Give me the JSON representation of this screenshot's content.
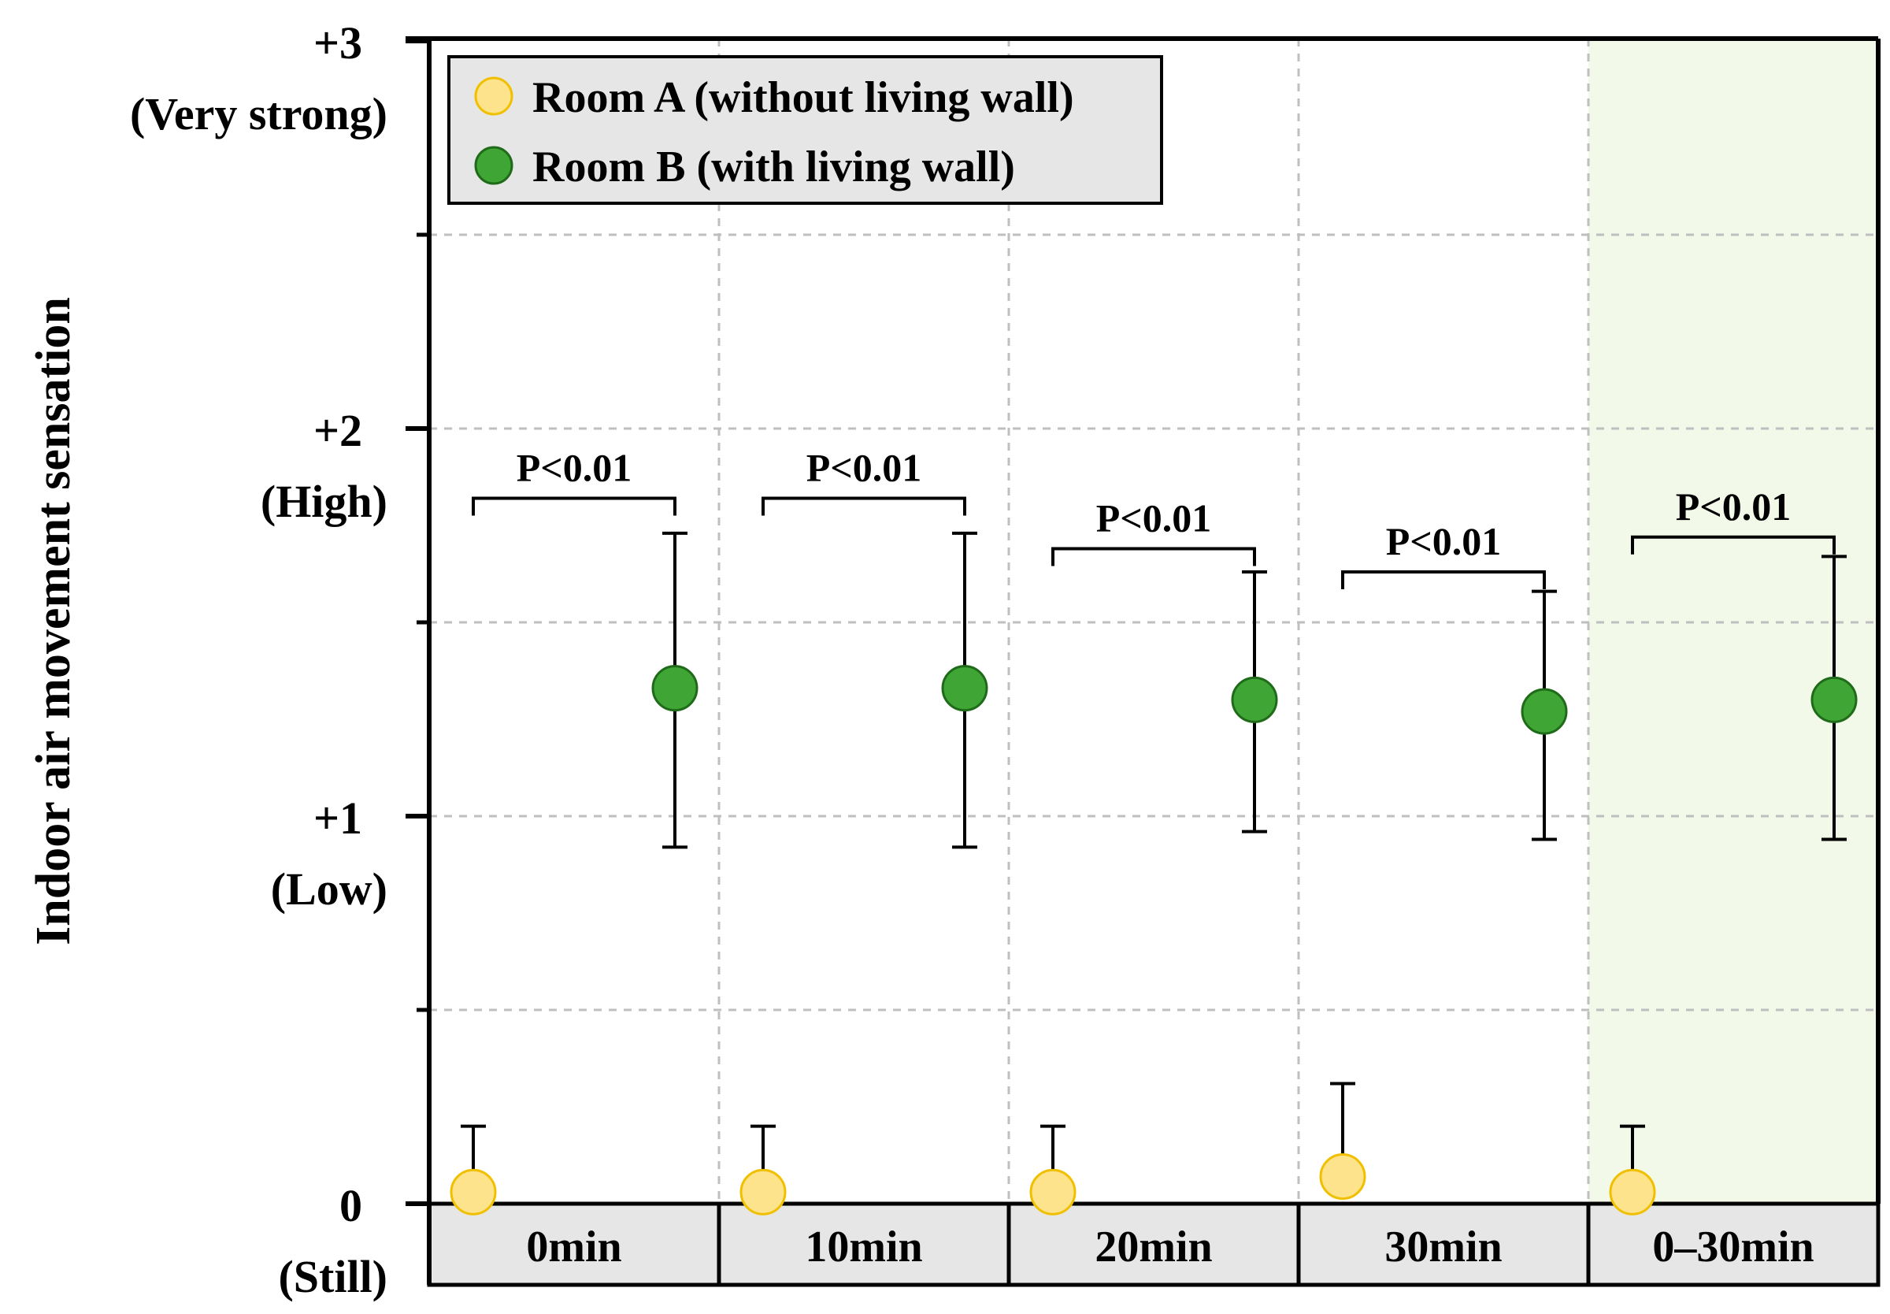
{
  "chart_data": {
    "type": "scatter",
    "ylabel": "Indoor air movement sensation",
    "ylim": [
      0,
      3
    ],
    "y_ticks": [
      {
        "value": 3,
        "label": "+3",
        "sublabel": "(Very strong)"
      },
      {
        "value": 2,
        "label": "+2",
        "sublabel": "(High)"
      },
      {
        "value": 1,
        "label": "+1",
        "sublabel": "(Low)"
      },
      {
        "value": 0,
        "label": "0",
        "sublabel": "(Still)"
      }
    ],
    "y_minor_ticks": [
      0.5,
      1.5,
      2.5
    ],
    "categories": [
      "0min",
      "10min",
      "20min",
      "30min",
      "0–30min"
    ],
    "highlight_category_index": 4,
    "grid": true,
    "legend_position": "top-left",
    "series": [
      {
        "name": "Room A (without living wall)",
        "color": "#fde38b",
        "stroke": "#f0c000",
        "values": [
          0.03,
          0.03,
          0.03,
          0.07,
          0.03
        ],
        "error_upper": [
          0.2,
          0.2,
          0.2,
          0.31,
          0.2
        ],
        "error_lower": [
          0.03,
          0.03,
          0.03,
          0.07,
          0.03
        ]
      },
      {
        "name": "Room B (with living wall)",
        "color": "#3fa535",
        "stroke": "#1f6b1a",
        "values": [
          1.33,
          1.33,
          1.3,
          1.27,
          1.3
        ],
        "error_upper": [
          1.73,
          1.73,
          1.63,
          1.58,
          1.67
        ],
        "error_lower": [
          0.92,
          0.92,
          0.96,
          0.94,
          0.94
        ]
      }
    ],
    "annotations": [
      {
        "category_index": 0,
        "text": "P<0.01",
        "bracket_y": 1.82
      },
      {
        "category_index": 1,
        "text": "P<0.01",
        "bracket_y": 1.82
      },
      {
        "category_index": 2,
        "text": "P<0.01",
        "bracket_y": 1.69
      },
      {
        "category_index": 3,
        "text": "P<0.01",
        "bracket_y": 1.63
      },
      {
        "category_index": 4,
        "text": "P<0.01",
        "bracket_y": 1.72
      }
    ],
    "colors": {
      "grid": "#bfbfbf",
      "highlight_bg": "#f3f9e9",
      "category_bar_bg": "#e6e6e6",
      "legend_bg": "#e6e6e6"
    }
  }
}
